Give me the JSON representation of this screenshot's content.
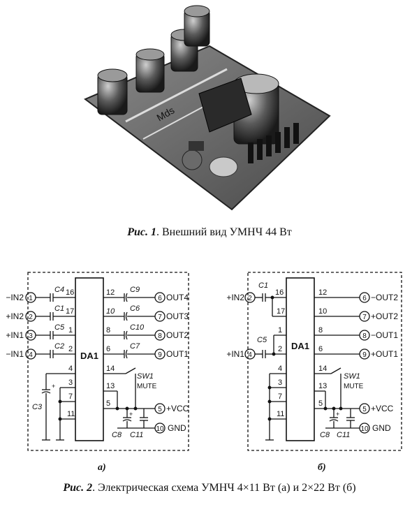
{
  "figure1": {
    "photo_silk_label": "Mds",
    "caption_prefix": "Рис. 1",
    "caption_text": ". Внешний вид УМНЧ 44 Вт"
  },
  "schematic_a": {
    "chip": "DA1",
    "inputs": [
      {
        "pin": "1",
        "label": "−IN2",
        "cap": "C4",
        "chip_pin": "16"
      },
      {
        "pin": "2",
        "label": "+IN2",
        "cap": "C1",
        "chip_pin": "17"
      },
      {
        "pin": "3",
        "label": "+IN1",
        "cap": "C5",
        "chip_pin": "1"
      },
      {
        "pin": "4",
        "label": "−IN1",
        "cap": "C2",
        "chip_pin": "2"
      }
    ],
    "outputs": [
      {
        "chip_pin": "12",
        "cap": "C9",
        "pin": "6",
        "label": "OUT4"
      },
      {
        "chip_pin": "10",
        "cap": "C6",
        "pin": "7",
        "label": "OUT3"
      },
      {
        "chip_pin": "8",
        "cap": "C10",
        "pin": "8",
        "label": "OUT2"
      },
      {
        "chip_pin": "6",
        "cap": "C7",
        "pin": "9",
        "label": "OUT1"
      }
    ],
    "left_pins": [
      "4",
      "3",
      "7",
      "11"
    ],
    "right_pins": [
      "14",
      "13",
      "5"
    ],
    "switch": "SW1",
    "mute": "MUTE",
    "cap_c3": "C3",
    "cap_c8": "C8",
    "cap_c11": "C11",
    "vcc_pin": "5",
    "vcc_label": "+VCC",
    "gnd_pin": "10",
    "gnd_label": "GND",
    "sub_label": "а)"
  },
  "schematic_b": {
    "chip": "DA1",
    "inputs": [
      {
        "pin": "2",
        "label": "+IN2",
        "cap": "C1"
      },
      {
        "pin": "4",
        "label": "+IN1",
        "cap": "C5"
      }
    ],
    "left_pins": [
      "16",
      "17",
      "1",
      "2",
      "4",
      "3",
      "7",
      "11"
    ],
    "outputs": [
      {
        "chip_pin": "12",
        "pin": "6",
        "label": "−OUT2"
      },
      {
        "chip_pin": "10",
        "pin": "7",
        "label": "+OUT2"
      },
      {
        "chip_pin": "8",
        "pin": "8",
        "label": "−OUT1"
      },
      {
        "chip_pin": "6",
        "pin": "9",
        "label": "+OUT1"
      }
    ],
    "right_pins": [
      "14",
      "13",
      "5"
    ],
    "switch": "SW1",
    "mute": "MUTE",
    "cap_c8": "C8",
    "cap_c11": "C11",
    "vcc_pin": "5",
    "vcc_label": "+VCC",
    "gnd_pin": "10",
    "gnd_label": "GND",
    "sub_label": "б)"
  },
  "figure2": {
    "caption_prefix": "Рис. 2",
    "caption_text": ". Электрическая схема УМНЧ 4×11 Вт (а) и 2×22 Вт (б)"
  }
}
